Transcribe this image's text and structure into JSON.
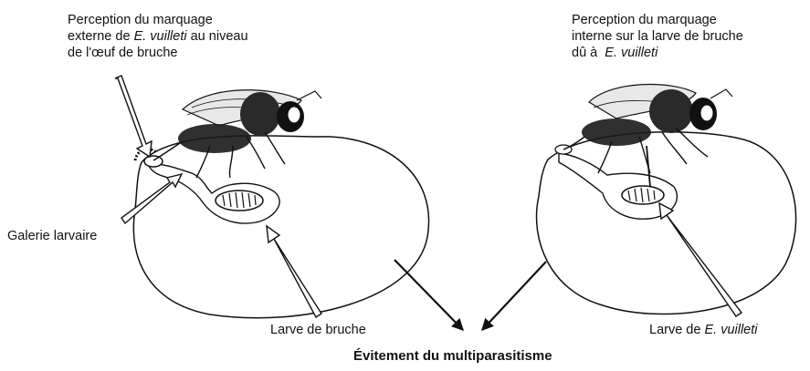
{
  "labels": {
    "left_top": {
      "line1": "Perception du marquage",
      "line2_pre": "externe de ",
      "line2_species": "E. vuilleti",
      "line2_post": " au niveau",
      "line3": "de l'œuf de bruche"
    },
    "right_top": {
      "line1": "Perception du marquage",
      "line2": "interne sur la larve de bruche",
      "line3_pre": "dû à  ",
      "line3_species": "E. vuilleti"
    },
    "galerie": "Galerie larvaire",
    "larve_bruche": "Larve de bruche",
    "larve_vuilleti_pre": "Larve de ",
    "larve_vuilleti_species": "E. vuilleti",
    "conclusion": "Évitement du multiparasitisme"
  },
  "colors": {
    "ink": "#111111",
    "fly_body": "#1a1a1a",
    "wing": "#e8e8e8"
  }
}
